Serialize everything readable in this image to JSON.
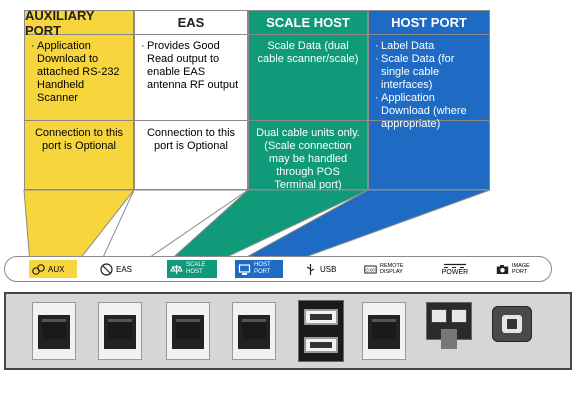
{
  "columns": [
    {
      "title": "AUXILIARY PORT",
      "items": [
        "Application Download to attached RS-232 Handheld Scanner"
      ],
      "note": "Connection to this port is Optional"
    },
    {
      "title": "EAS",
      "items": [
        "Provides Good Read output to enable EAS antenna RF output"
      ],
      "note": "Connection to this port is Optional"
    },
    {
      "title": "SCALE HOST",
      "items": [
        "Scale Data (dual cable scanner/scale)"
      ],
      "note": "Dual cable units only. (Scale connection may be handled through POS Terminal port)"
    },
    {
      "title": "HOST PORT",
      "items": [
        "Label Data",
        "Scale Data (for single cable interfaces)",
        "Application Download (where appropriate)"
      ],
      "note": ""
    }
  ],
  "port_labels": {
    "aux": "AUX",
    "eas": "EAS",
    "scale_host": "SCALE HOST",
    "host_port": "HOST PORT",
    "usb": "USB",
    "remote_display": "REMOTE DISPLAY",
    "power": "POWER",
    "image_port": "IMAGE PORT"
  },
  "colors": {
    "aux": "#f7d53c",
    "eas": "#ffffff",
    "scale": "#109a79",
    "host": "#1f6bc4"
  }
}
